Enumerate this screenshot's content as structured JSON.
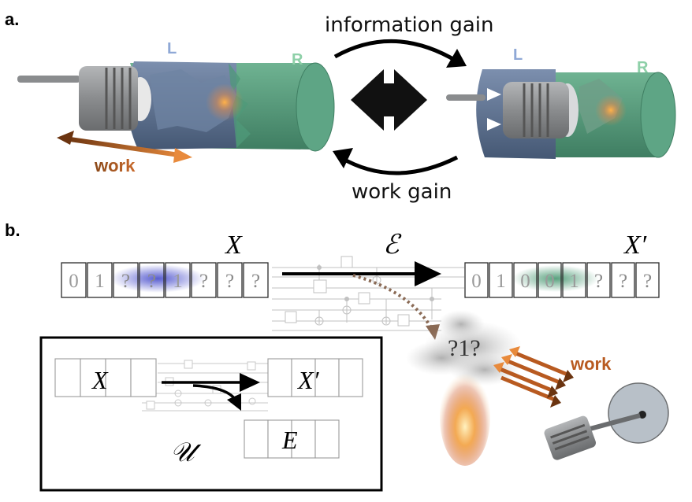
{
  "panel_a": {
    "label": "a.",
    "left_chamber_label": "L",
    "right_chamber_label": "R",
    "left_chamber_label_2": "L",
    "right_chamber_label_2": "R",
    "work_label": "work",
    "top_arrow_label": "information gain",
    "bottom_arrow_label": "work gain"
  },
  "panel_b": {
    "label": "b.",
    "input_symbol": "X",
    "channel_symbol": "ℰ",
    "output_symbol": "X′",
    "input_tape": [
      "0",
      "1",
      "?",
      "?",
      "1",
      "?",
      "?",
      "?"
    ],
    "output_tape": [
      "0",
      "1",
      "0",
      "0",
      "1",
      "?",
      "?",
      "?"
    ],
    "cloud_text": "?1?",
    "work_label": "work",
    "inset": {
      "input_symbol": "X",
      "output_symbol": "X′",
      "env_symbol": "E",
      "unitary_symbol": "𝒰"
    }
  },
  "colors": {
    "accent_orange": "#c8692b",
    "dark_brown": "#6b3410",
    "chamber_blue": "#5a6f8e",
    "chamber_green": "#4f9a7a",
    "blob_blue": "#4a4fc8",
    "blob_green": "#3d8c66"
  }
}
